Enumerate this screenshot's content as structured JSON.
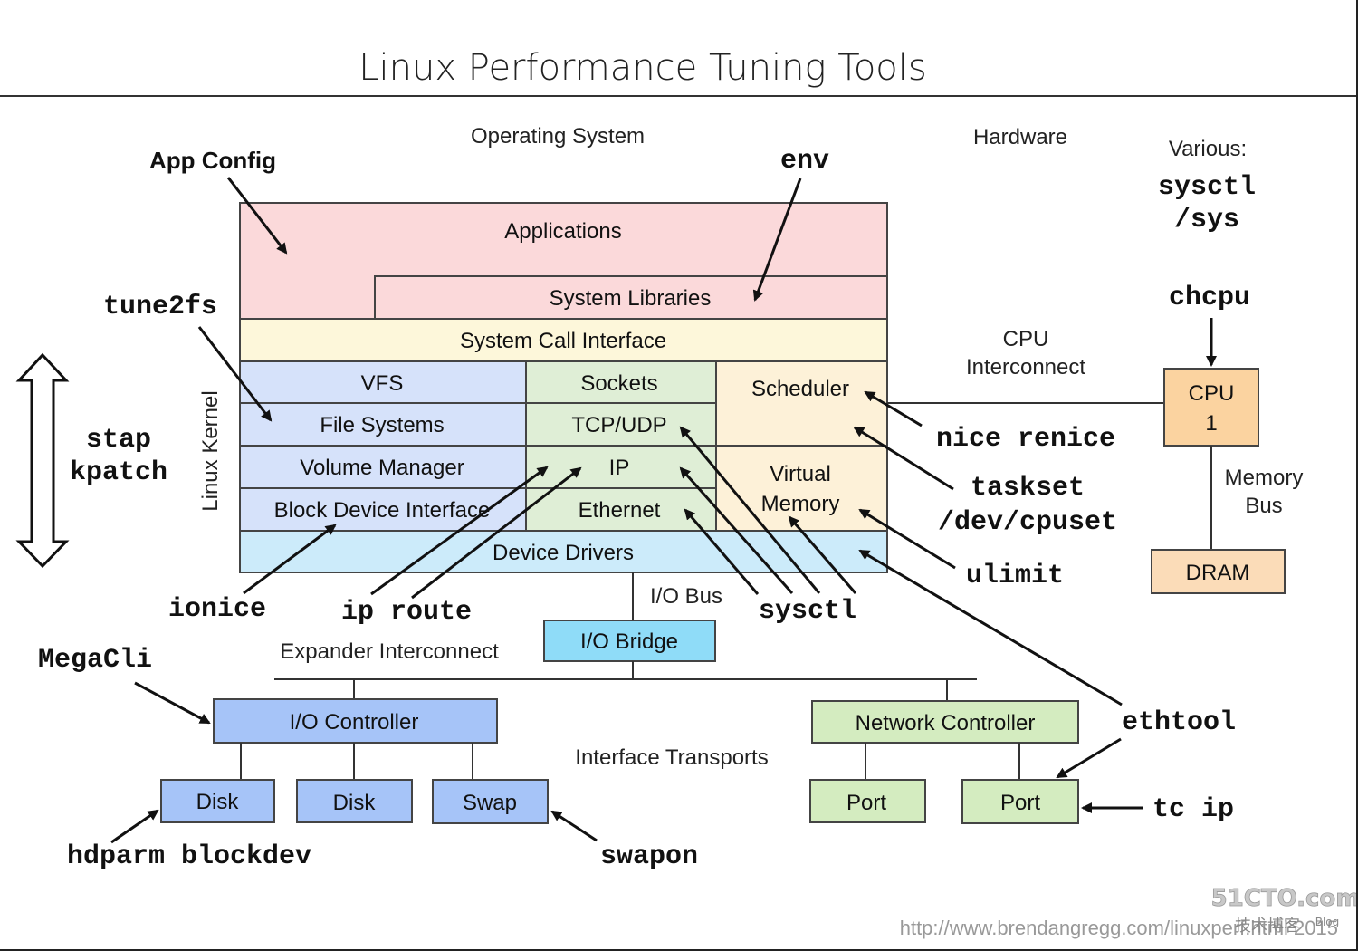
{
  "title": "Linux Performance Tuning Tools",
  "headings": {
    "operating_system": "Operating System",
    "hardware": "Hardware",
    "various": "Various:",
    "linux_kernel": "Linux Kernel"
  },
  "os_layers": {
    "applications": "Applications",
    "system_libraries": "System Libraries",
    "system_call_interface": "System Call Interface",
    "vfs": "VFS",
    "file_systems": "File Systems",
    "volume_manager": "Volume Manager",
    "block_device_interface": "Block Device Interface",
    "sockets": "Sockets",
    "tcp_udp": "TCP/UDP",
    "ip": "IP",
    "ethernet": "Ethernet",
    "scheduler": "Scheduler",
    "virtual_memory": [
      "Virtual",
      "Memory"
    ],
    "device_drivers": "Device Drivers"
  },
  "hardware": {
    "cpu": [
      "CPU",
      "1"
    ],
    "dram": "DRAM",
    "cpu_interconnect": [
      "CPU",
      "Interconnect"
    ],
    "memory_bus": [
      "Memory",
      "Bus"
    ],
    "io_bus": "I/O Bus",
    "io_bridge": "I/O Bridge",
    "expander_interconnect": "Expander Interconnect",
    "io_controller": "I/O Controller",
    "disk1": "Disk",
    "disk2": "Disk",
    "swap": "Swap",
    "interface_transports": "Interface Transports",
    "network_controller": "Network Controller",
    "port1": "Port",
    "port2": "Port"
  },
  "tools": {
    "app_config": "App Config",
    "env": "env",
    "sysctl_sys": [
      "sysctl",
      "/sys"
    ],
    "chcpu": "chcpu",
    "tune2fs": "tune2fs",
    "stap_kpatch": [
      "stap",
      "kpatch"
    ],
    "nice_renice": "nice renice",
    "taskset_cpuset": [
      "taskset",
      "/dev/cpuset"
    ],
    "ulimit": "ulimit",
    "ionice": "ionice",
    "ip_route": "ip route",
    "sysctl": "sysctl",
    "megacli": "MegaCli",
    "ethtool": "ethtool",
    "tc_ip": "tc ip",
    "hdparm_blockdev": "hdparm blockdev",
    "swapon": "swapon"
  },
  "footer": {
    "url": "http://www.brendangregg.com/linuxperf.html 2015",
    "watermark": "51CTO.com",
    "watermark_sub": "技术博客",
    "watermark_blog": "Blog"
  },
  "colors": {
    "applications": "#fbd9da",
    "syscall": "#fdf7da",
    "storage_stack": "#d6e2fa",
    "network_stack": "#dfeed6",
    "scheduler": "#fdf1d8",
    "device_drivers": "#ccebfa",
    "cpu": "#fbd3a0",
    "dram": "#fbdcb8",
    "io_bridge": "#8fdcf8",
    "io_controller": "#a6c4f8",
    "network_controller": "#d4ecc0"
  }
}
